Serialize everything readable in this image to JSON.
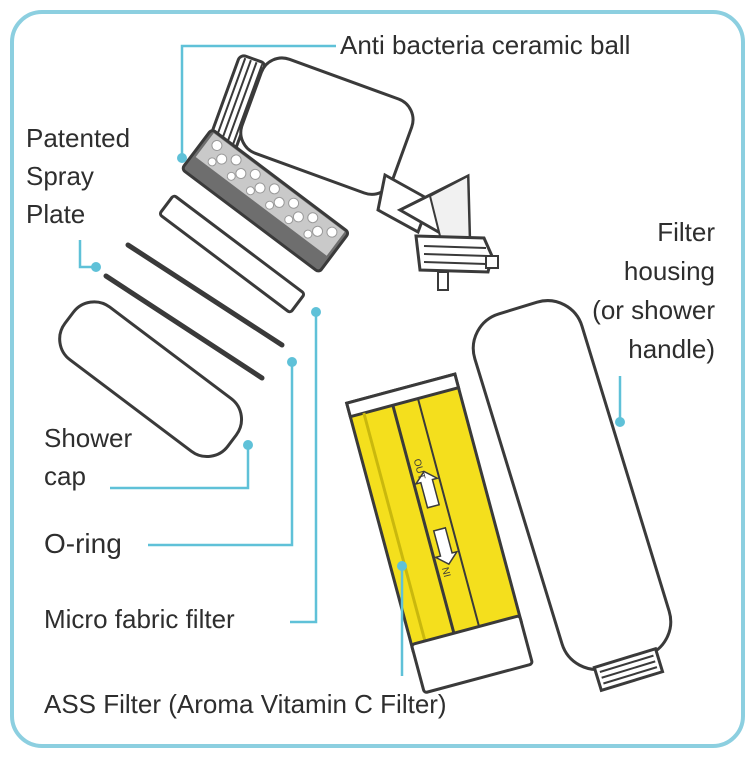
{
  "labels": {
    "ceramic_ball": "Anti bacteria ceramic ball",
    "spray_plate": [
      "Patented",
      "Spray",
      "Plate"
    ],
    "filter_housing": [
      "Filter",
      "housing",
      "(or shower",
      "handle)"
    ],
    "shower_cap": [
      "Shower",
      "cap"
    ],
    "o_ring": "O-ring",
    "micro_fabric": "Micro fabric filter",
    "ass_filter": "ASS Filter (Aroma Vitamin C Filter)"
  },
  "cartridge_arrows": {
    "out": "OUT",
    "in": "IN"
  },
  "colors": {
    "border": "#8ccfe0",
    "leader": "#5fc1d8",
    "outline": "#3a3a3a",
    "filter_yellow": "#f4df1d",
    "text": "#2e2e2e"
  }
}
